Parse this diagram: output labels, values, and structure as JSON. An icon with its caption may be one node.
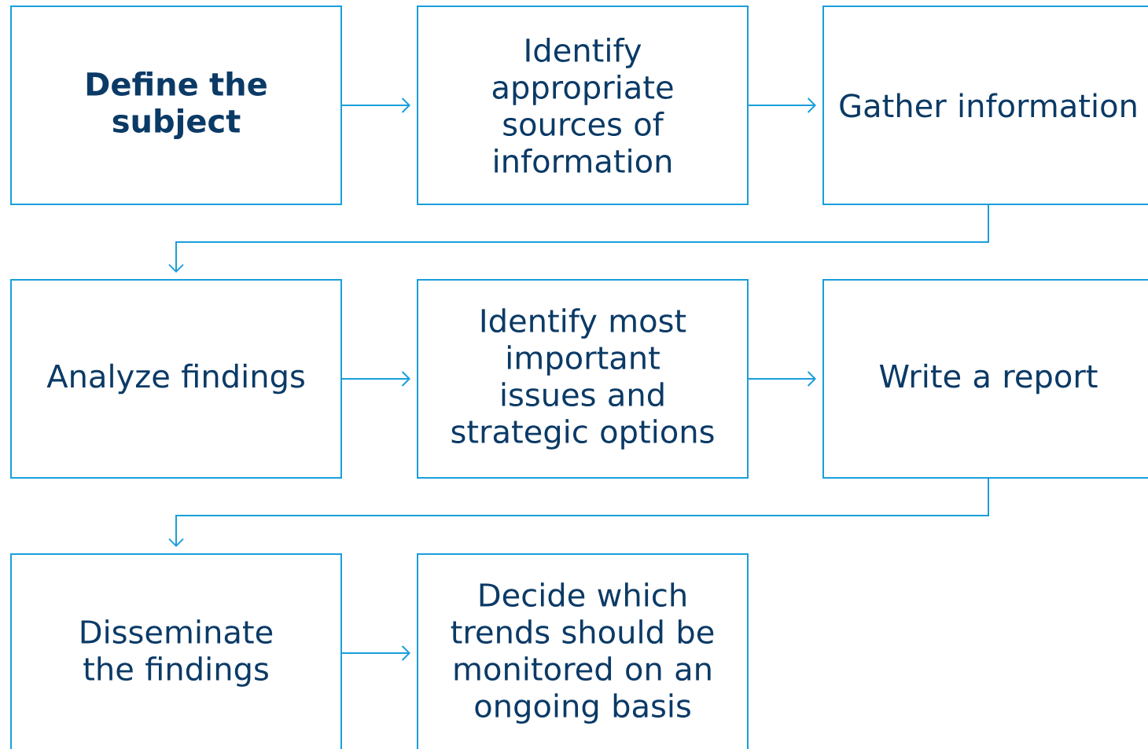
{
  "diagram": {
    "nodes": [
      {
        "text": [
          "Define the subject"
        ]
      },
      {
        "text": [
          "Identify appropriate sources of information"
        ]
      },
      {
        "text": [
          "Gather information"
        ]
      },
      {
        "text": [
          "Analyze findings"
        ]
      },
      {
        "text": [
          "Identify most important issues and strategic options"
        ]
      },
      {
        "text": [
          "Write a report"
        ]
      },
      {
        "text": [
          "Disseminate the findings"
        ]
      },
      {
        "text": [
          "Decide which trends should be monitored on an ongoing basis"
        ]
      }
    ],
    "edges": [
      {
        "from": 0,
        "to": 1,
        "arrow": "to"
      },
      {
        "from": 1,
        "to": 2,
        "arrow": "to"
      },
      {
        "from": 2,
        "to": 3,
        "arrow": "to"
      },
      {
        "from": 3,
        "to": 4,
        "arrow": "to"
      },
      {
        "from": 4,
        "to": 5,
        "arrow": "to"
      },
      {
        "from": 5,
        "to": 6,
        "arrow": "to"
      },
      {
        "from": 6,
        "to": 7,
        "arrow": "to"
      }
    ]
  }
}
